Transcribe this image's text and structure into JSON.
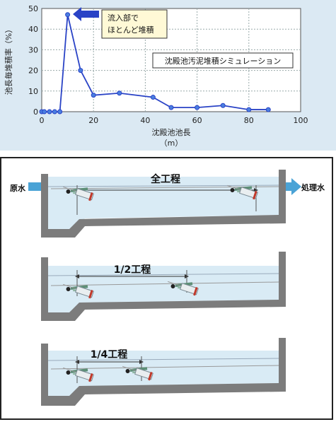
{
  "chart_data": {
    "type": "line",
    "ylabel": "池長毎堆積率（%）",
    "xlabel_line1": "沈殿池池長",
    "xlabel_line2": "（m）",
    "xlim": [
      0,
      100
    ],
    "ylim": [
      0,
      50
    ],
    "x_ticks": [
      "0",
      "20",
      "40",
      "60",
      "80",
      "100"
    ],
    "y_ticks": [
      "0",
      "10",
      "20",
      "30",
      "40",
      "50"
    ],
    "grid": true,
    "series": [
      {
        "color": "#2a43c6",
        "x": [
          0,
          1,
          3,
          5,
          7,
          10,
          15,
          20,
          30,
          43,
          50,
          60,
          70,
          80,
          87.5
        ],
        "y": [
          0,
          0,
          0,
          0,
          0,
          47,
          20,
          8,
          9,
          7,
          2,
          2,
          3,
          1,
          1
        ]
      }
    ],
    "annotations": {
      "peak_note": [
        "流入部で",
        "ほとんど堆積"
      ],
      "sim_label": "沈殿池汚泥堆積シミュレーション"
    }
  },
  "diagram": {
    "inlet_label": "原水",
    "outlet_label": "処理水",
    "rows": [
      {
        "label": "全工程",
        "machines": 2
      },
      {
        "label": "1/2工程",
        "machines": 2
      },
      {
        "label": "1/4工程",
        "machines": 2
      }
    ],
    "colors": {
      "water": "#d9ebf5",
      "wall": "#7c7c7c",
      "arrow": "#4aa3d6",
      "peak_arrow": "#2a43c6",
      "box_fill": "#fff9d6"
    }
  }
}
